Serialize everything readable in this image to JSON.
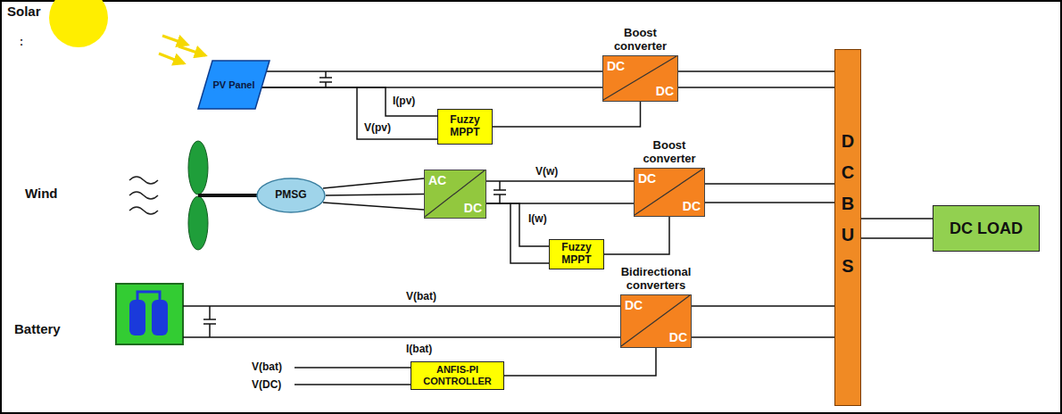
{
  "diagram": {
    "nodes": [
      {
        "text": [
          "PV Panel"
        ]
      },
      {
        "text": [
          "Fuzzy MPPT"
        ]
      },
      {
        "text": [
          "Boost converter",
          "DC",
          "DC"
        ]
      },
      {
        "text": [
          "PMSG"
        ]
      },
      {
        "text": [
          "AC",
          "DC"
        ]
      },
      {
        "text": [
          "Fuzzy MPPT"
        ]
      },
      {
        "text": [
          "Boost converter",
          "DC",
          "DC"
        ]
      },
      {
        "text": [
          "Bidirectional converters",
          "DC",
          "DC"
        ]
      },
      {
        "text": [
          "ANFIS-PI CONTROLLER"
        ]
      },
      {
        "text": [
          "D C B U S"
        ]
      },
      {
        "text": [
          "DC LOAD"
        ]
      }
    ],
    "edges": [
      {
        "from": 0,
        "to": 2,
        "arrow": "none"
      },
      {
        "from": 0,
        "to": 1,
        "arrow": "none"
      },
      {
        "from": 1,
        "to": 2,
        "arrow": "none"
      },
      {
        "from": 2,
        "to": 9,
        "arrow": "none"
      },
      {
        "from": 3,
        "to": 4,
        "arrow": "none"
      },
      {
        "from": 4,
        "to": 6,
        "arrow": "none"
      },
      {
        "from": 4,
        "to": 5,
        "arrow": "none"
      },
      {
        "from": 5,
        "to": 6,
        "arrow": "none"
      },
      {
        "from": 6,
        "to": 9,
        "arrow": "none"
      },
      {
        "from": 7,
        "to": 9,
        "arrow": "none"
      },
      {
        "from": 8,
        "to": 7,
        "arrow": "none"
      },
      {
        "from": 9,
        "to": 10,
        "arrow": "none"
      }
    ],
    "labels": [
      "Solar",
      ":",
      "I(pv)",
      "V(pv)",
      "Wind",
      "V(w)",
      "I(w)",
      "Battery",
      "V(bat)",
      "I(bat)",
      "V(bat)",
      "V(DC)"
    ]
  }
}
